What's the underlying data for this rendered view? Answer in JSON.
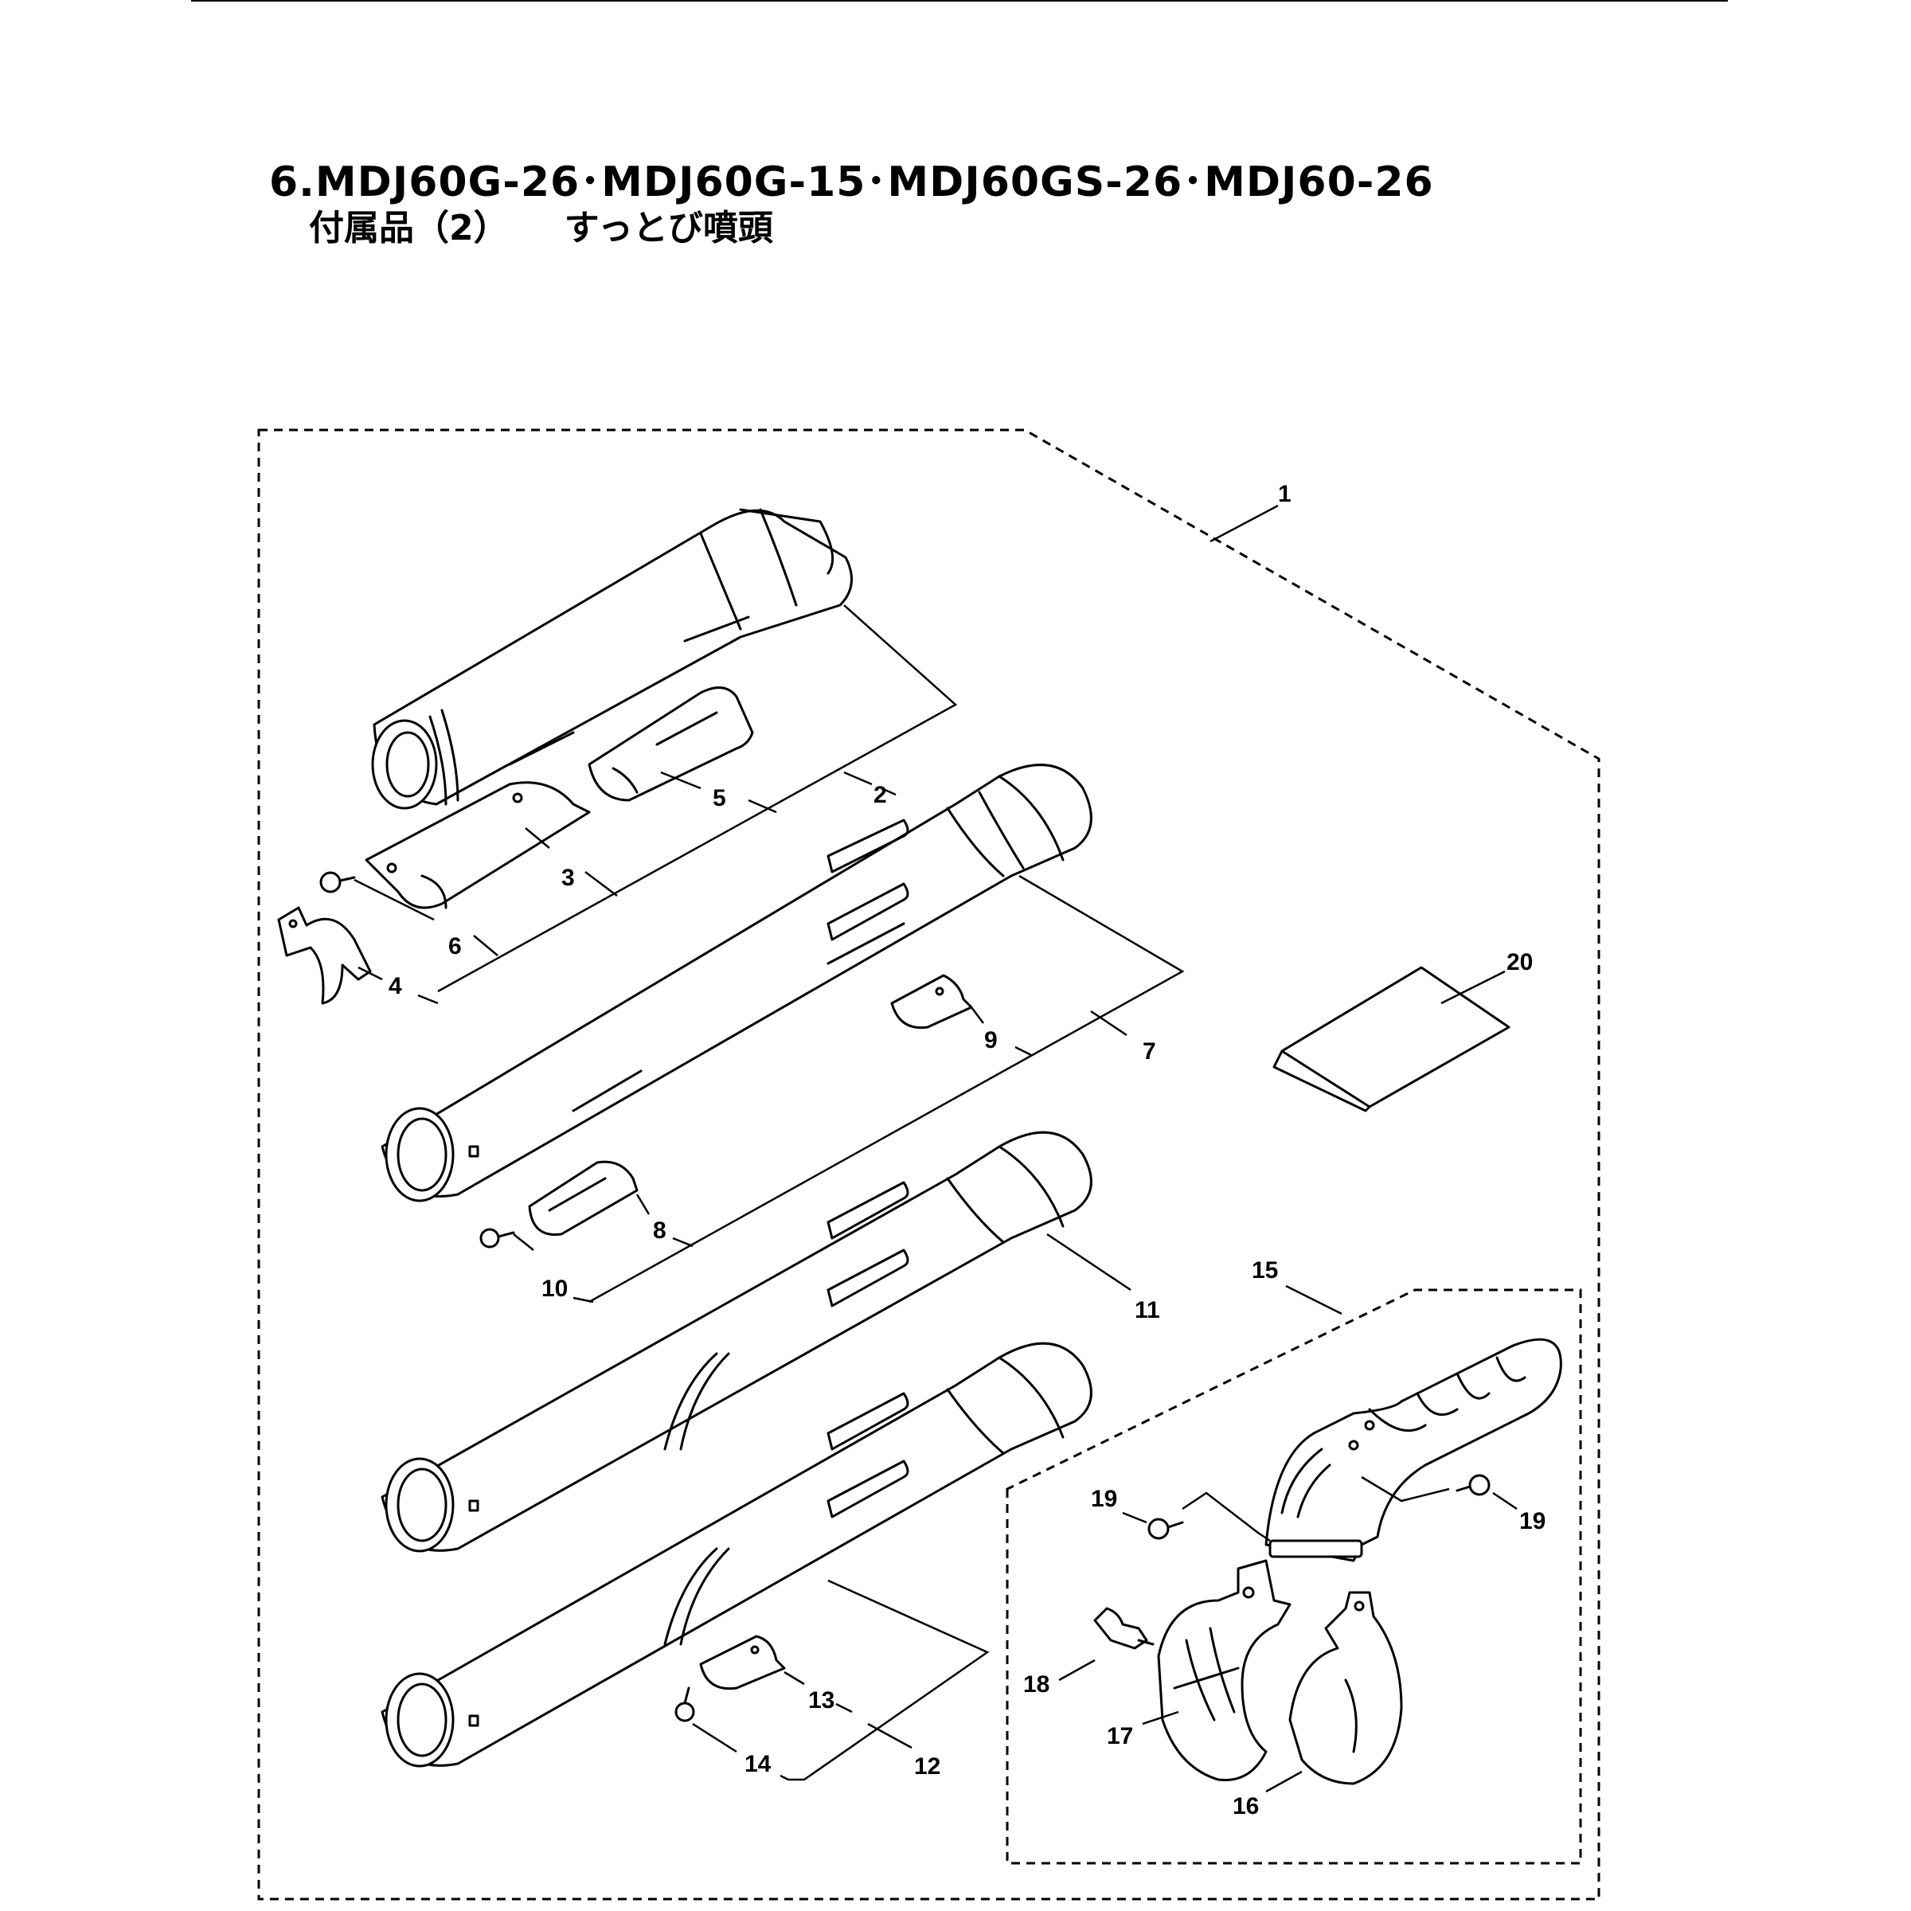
{
  "header": {
    "title_line1": "6.MDJ60G-26･MDJ60G-15･MDJ60GS-26･MDJ60-26",
    "title_line2_a": "付属品（2）",
    "title_line2_b": "すっとび噴頭"
  },
  "diagram": {
    "part_labels": [
      "1",
      "2",
      "3",
      "4",
      "5",
      "6",
      "7",
      "8",
      "9",
      "10",
      "11",
      "12",
      "13",
      "14",
      "15",
      "16",
      "17",
      "18",
      "19",
      "19",
      "20"
    ]
  }
}
